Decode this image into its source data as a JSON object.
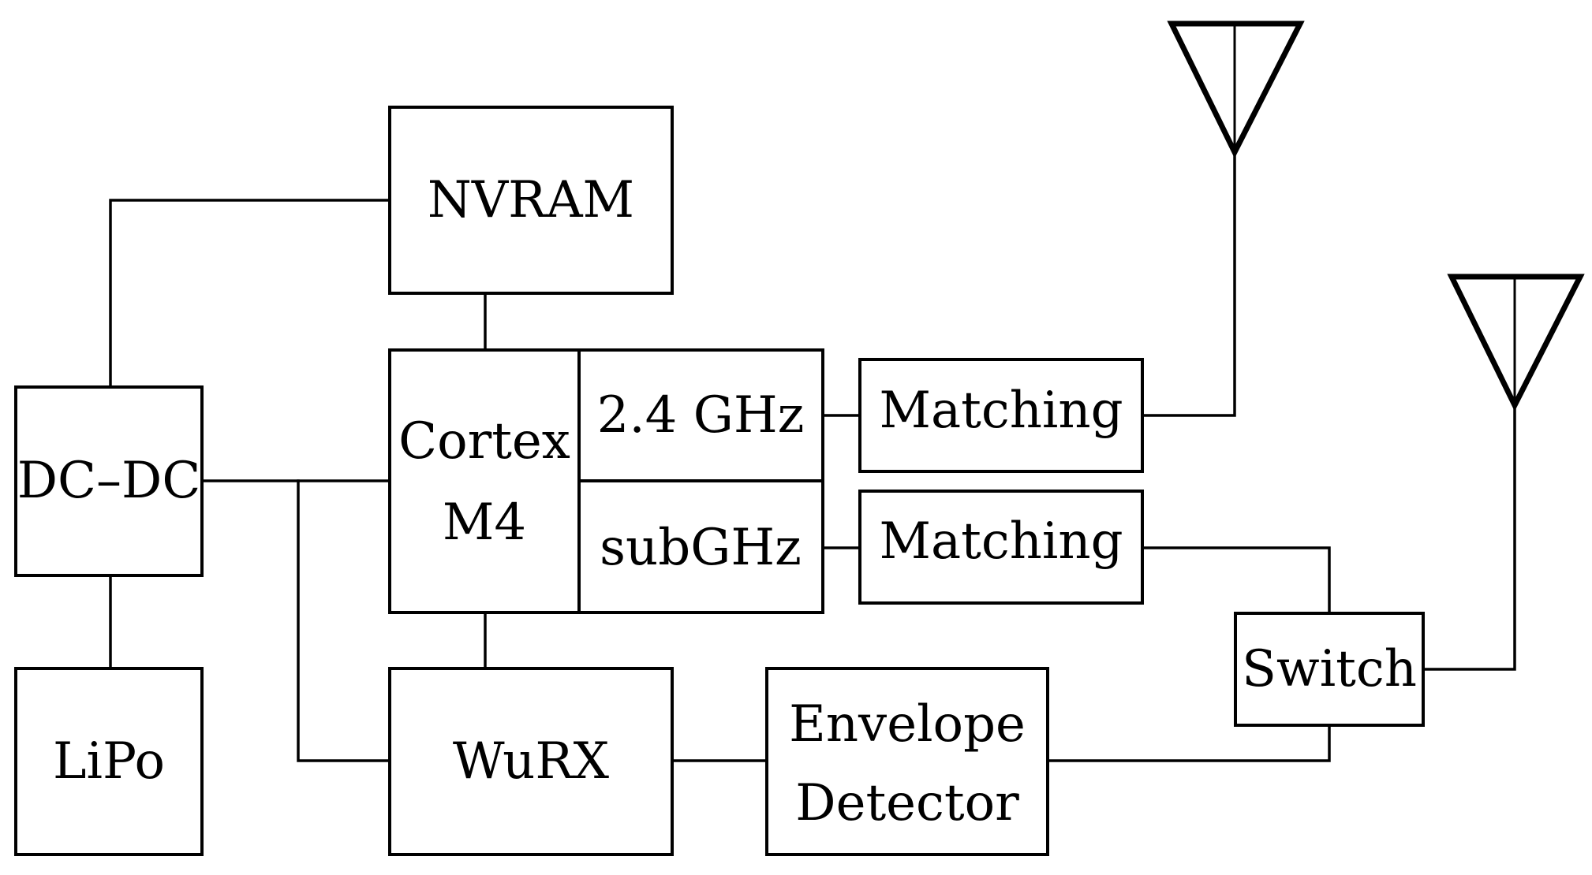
{
  "blocks": {
    "nvram": "NVRAM",
    "dcdc": "DC–DC",
    "lipo": "LiPo",
    "cortex_line1": "Cortex",
    "cortex_line2": "M4",
    "radio_24": "2.4 GHz",
    "radio_sub": "subGHz",
    "matching_top": "Matching",
    "matching_bottom": "Matching",
    "switch": "Switch",
    "wurx": "WuRX",
    "envelope_line1": "Envelope",
    "envelope_line2": "Detector"
  },
  "antennas": [
    "antenna-24ghz",
    "antenna-subghz"
  ]
}
